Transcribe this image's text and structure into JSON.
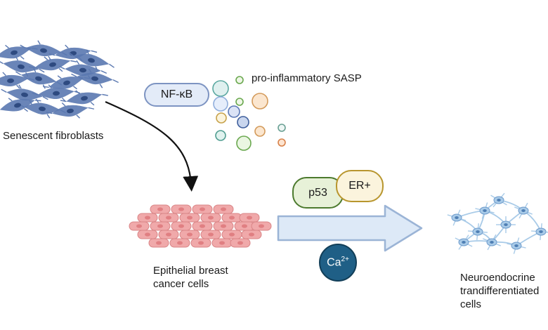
{
  "labels": {
    "fibroblasts": "Senescent fibroblasts",
    "sasp": "pro-inflammatory SASP",
    "epithelial_line1": "Epithelial breast",
    "epithelial_line2": "cancer cells",
    "neuro_line1": "Neuroendocrine",
    "neuro_line2": "trandifferentiated",
    "neuro_line3": "cells"
  },
  "markers": {
    "nfkb": "NF-κB",
    "p53": "p53",
    "er": "ER+",
    "ca_base": "Ca",
    "ca_sup": "2+"
  },
  "colors": {
    "fibroblast": "#5a78b0",
    "nfkb_fill": "#e3ebf8",
    "nfkb_stroke": "#7d94c2",
    "p53_fill": "#e7f1d8",
    "p53_stroke": "#4c7a2e",
    "er_fill": "#fbf4dd",
    "er_stroke": "#b8962e",
    "ca_fill": "#1f5f86",
    "arrow_fill": "#dde9f7",
    "arrow_stroke": "#9bb4d6",
    "epithelial": "#f0a9aa",
    "neuron": "#a9cbe8"
  }
}
